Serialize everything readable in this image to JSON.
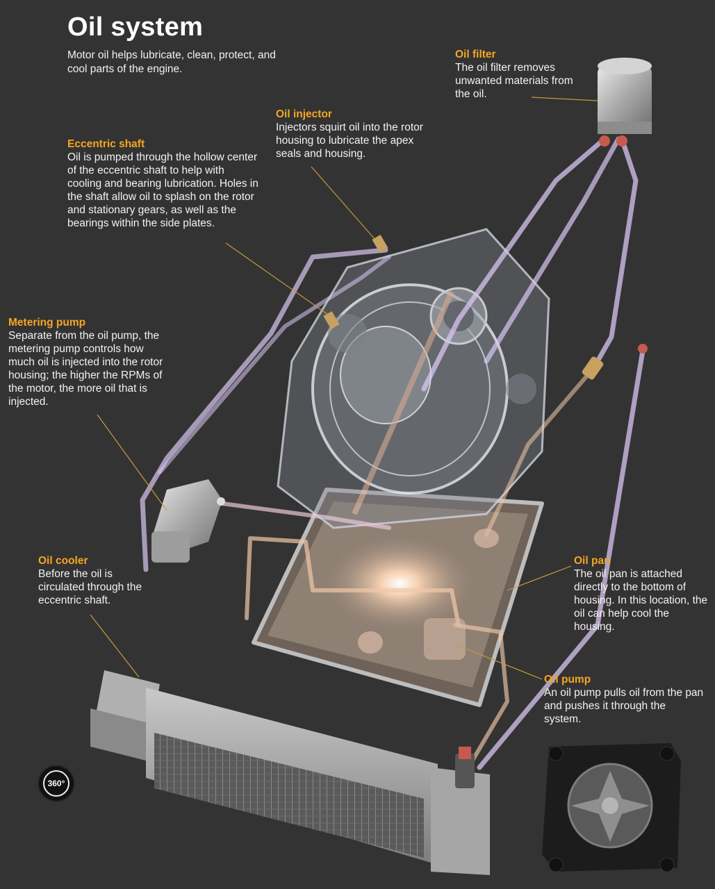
{
  "title": "Oil system",
  "intro": "Motor oil helps lubricate, clean, protect, and cool parts of the engine.",
  "accent_color": "#f5a623",
  "callouts": {
    "oil_filter": {
      "heading": "Oil filter",
      "text": "The oil filter removes unwanted materials from the oil."
    },
    "oil_injector": {
      "heading": "Oil injector",
      "text": "Injectors squirt oil into the rotor housing to lubricate the apex seals and housing."
    },
    "eccentric_shaft": {
      "heading": "Eccentric shaft",
      "text": "Oil is pumped through the hollow center of the eccentric shaft to help with cooling and bearing lubrication. Holes in the shaft allow oil to splash on the rotor and stationary gears, as well as the bearings within the side plates."
    },
    "metering_pump": {
      "heading": "Metering pump",
      "text": "Separate from the oil pump, the metering pump controls how much oil is injected into the rotor housing; the higher the RPMs of the motor, the more oil that is injected."
    },
    "oil_cooler": {
      "heading": "Oil cooler",
      "text": "Before the oil is circulated through the eccentric shaft."
    },
    "oil_pan": {
      "heading": "Oil pan",
      "text": "The oil pan is attached directly to the bottom of housing. In this location, the oil can help cool the housing."
    },
    "oil_pump": {
      "heading": "Oil pump",
      "text": "An oil pump pulls oil from the pan and pushes it through the system."
    }
  },
  "rotate_badge": "360°"
}
